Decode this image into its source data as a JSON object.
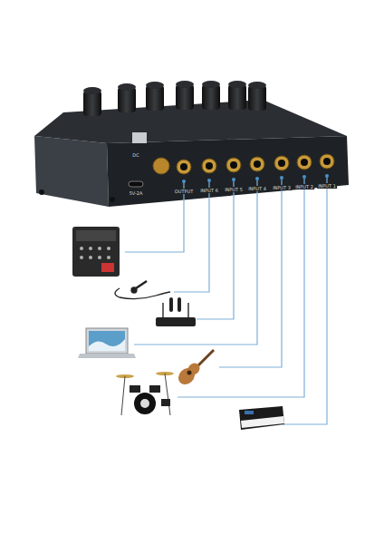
{
  "diagram": {
    "labels": [
      "DC",
      "5V-2A",
      "OUTPUT",
      "INPUT 6",
      "INPUT 5",
      "INPUT 4",
      "INPUT 3",
      "INPUT 2",
      "INPUT 1"
    ]
  }
}
